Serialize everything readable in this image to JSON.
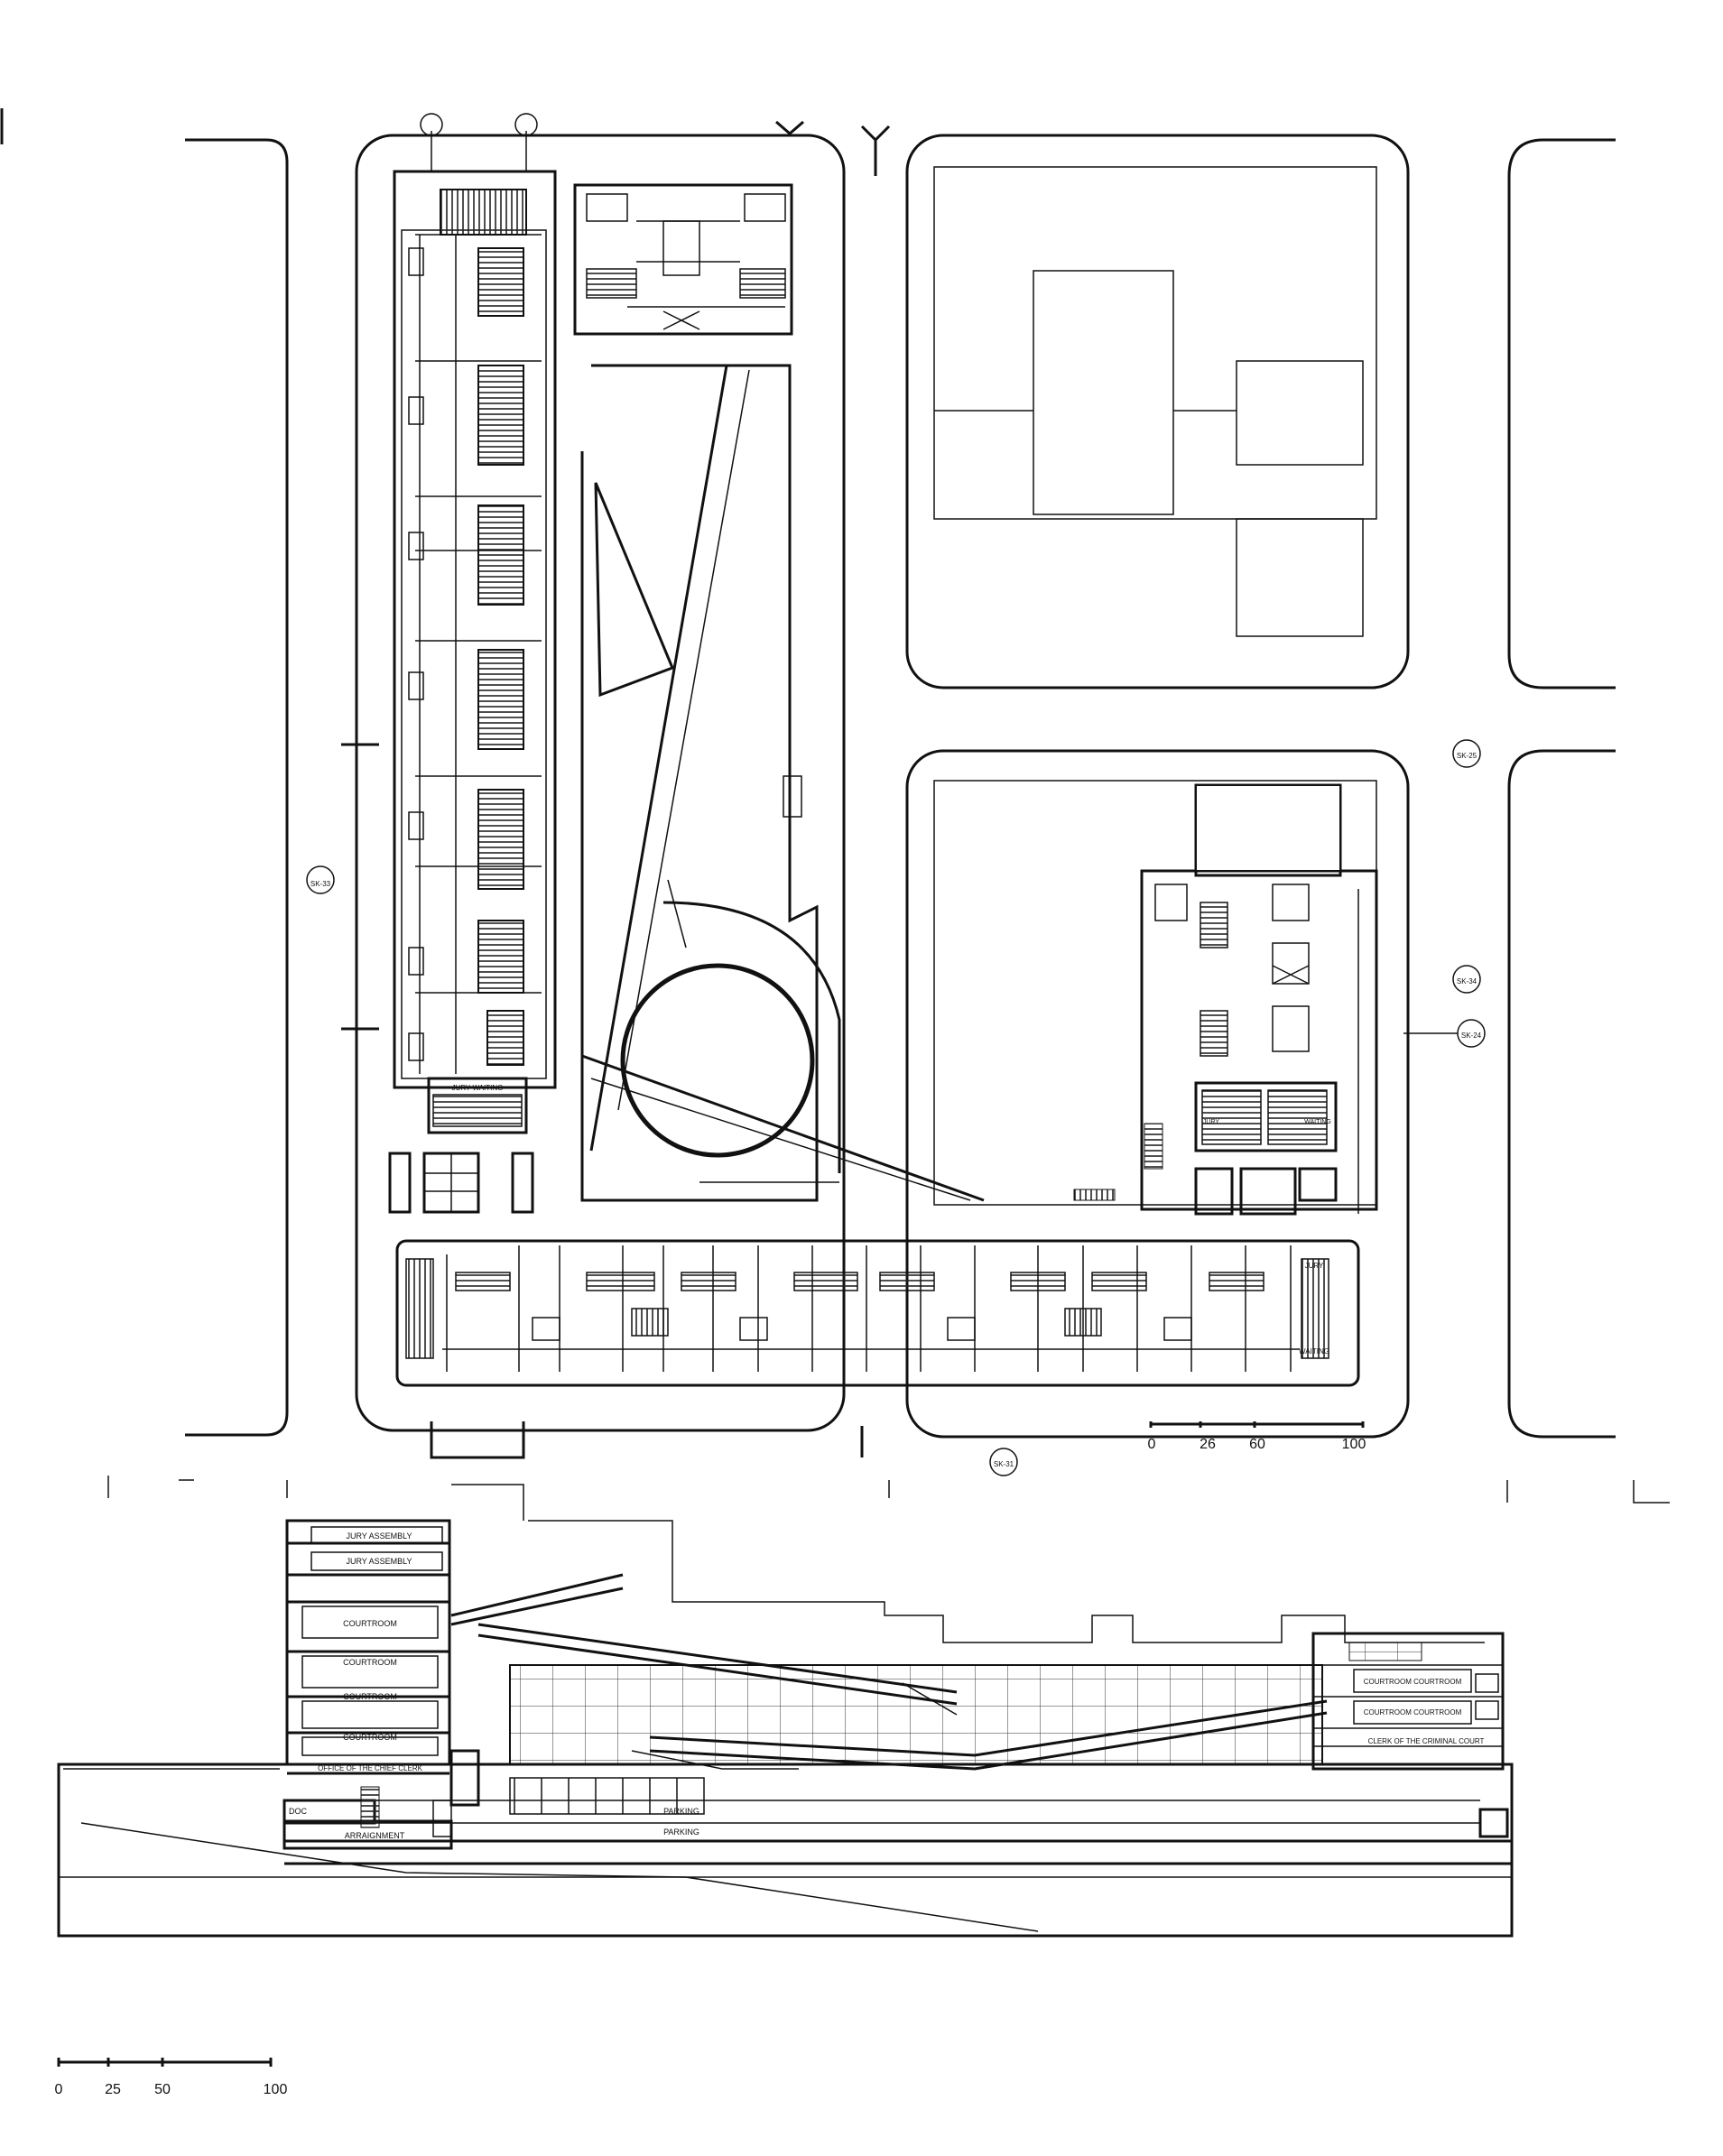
{
  "plan": {
    "section_markers": [
      "SK-33",
      "SK-25",
      "SK-34",
      "SK-24",
      "SK-31"
    ],
    "labels": {
      "jury_waiting_west": "JURY WAITING",
      "jury_east_1": "JURY",
      "waiting_east_1": "WAITING",
      "jury_east_2": "JURY",
      "waiting_east_2": "WAITING"
    },
    "scale_labels": [
      "0",
      "26",
      "60",
      "100"
    ]
  },
  "section": {
    "labels": {
      "jury_assembly_1": "JURY ASSEMBLY",
      "jury_assembly_2": "JURY ASSEMBLY",
      "courtroom_1": "COURTROOM",
      "courtroom_2": "COURTROOM",
      "courtroom_3": "COURTROOM",
      "courtroom_4": "COURTROOM",
      "clerk_left": "OFFICE OF THE CHIEF CLERK",
      "courtroom_right_1": "COURTROOM COURTROOM",
      "courtroom_right_2": "COURTROOM COURTROOM",
      "clerk_right": "CLERK OF THE CRIMINAL COURT",
      "doc": "DOC",
      "arraignment": "ARRAIGNMENT",
      "parking_1": "PARKING",
      "parking_2": "PARKING"
    },
    "scale_labels": [
      "0",
      "25",
      "50",
      "100"
    ]
  }
}
